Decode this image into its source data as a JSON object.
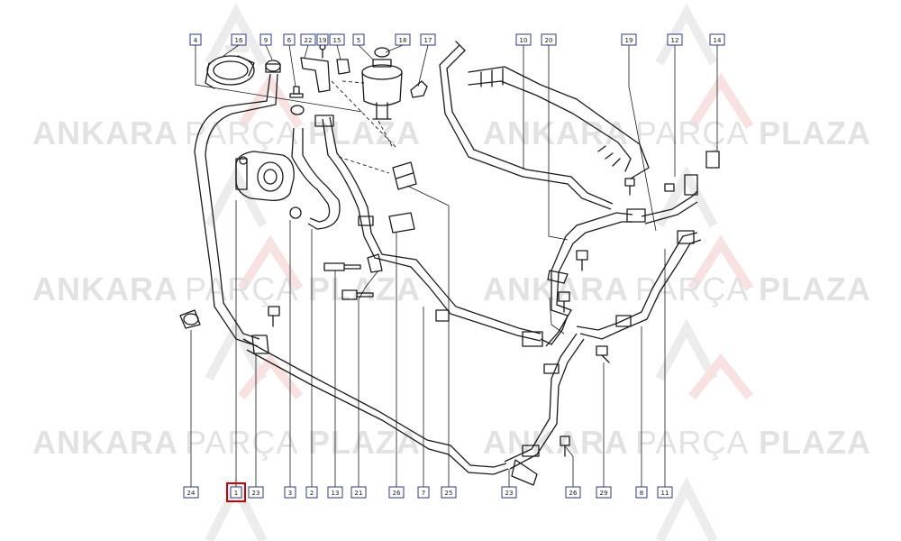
{
  "watermark": {
    "brand_bold": "ANKARA",
    "brand_light": "PARÇA",
    "brand_end": "PLAZA",
    "colors": {
      "mark": "#dddddd",
      "mark_accent": "#f2c9c9"
    }
  },
  "highlight": {
    "label": "1",
    "color": "#cc0000"
  },
  "callouts_top": [
    "4",
    "16",
    "9",
    "6",
    "22",
    "19",
    "15",
    "5",
    "18",
    "17",
    "10",
    "20",
    "19",
    "12",
    "14"
  ],
  "callouts_bottom": [
    "24",
    "1",
    "23",
    "3",
    "2",
    "13",
    "21",
    "26",
    "7",
    "25",
    "23",
    "26",
    "29",
    "8",
    "11"
  ]
}
